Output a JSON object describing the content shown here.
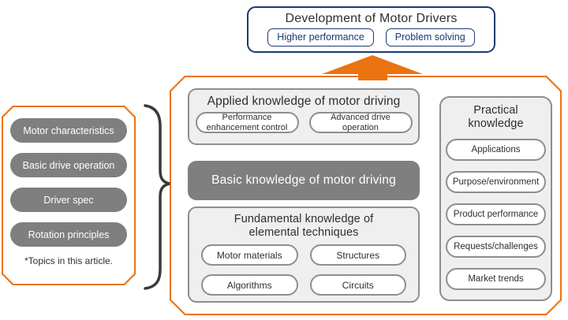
{
  "colors": {
    "orange": "#EB7310",
    "navy": "#1D3870",
    "gray_pill": "#7F7F7F",
    "panel_bg": "#EFEFEF",
    "panel_border": "#8E8E8E"
  },
  "top_box": {
    "title": "Development of Motor Drivers",
    "pills": [
      "Higher performance",
      "Problem solving"
    ]
  },
  "left_box": {
    "items": [
      "Motor characteristics",
      "Basic drive operation",
      "Driver spec",
      "Rotation principles"
    ],
    "note": "*Topics in this article."
  },
  "main_box": {
    "applied": {
      "title": "Applied knowledge of motor driving",
      "pills": [
        "Performance\nenhancement control",
        "Advanced drive\noperation"
      ]
    },
    "basic": {
      "title": "Basic knowledge of motor driving"
    },
    "fundamental": {
      "title": "Fundamental knowledge of\nelemental techniques",
      "pills": [
        "Motor materials",
        "Structures",
        "Algorithms",
        "Circuits"
      ]
    },
    "practical": {
      "title": "Practical\nknowledge",
      "pills": [
        "Applications",
        "Purpose/environment",
        "Product performance",
        "Requests/challenges",
        "Market trends"
      ]
    }
  }
}
